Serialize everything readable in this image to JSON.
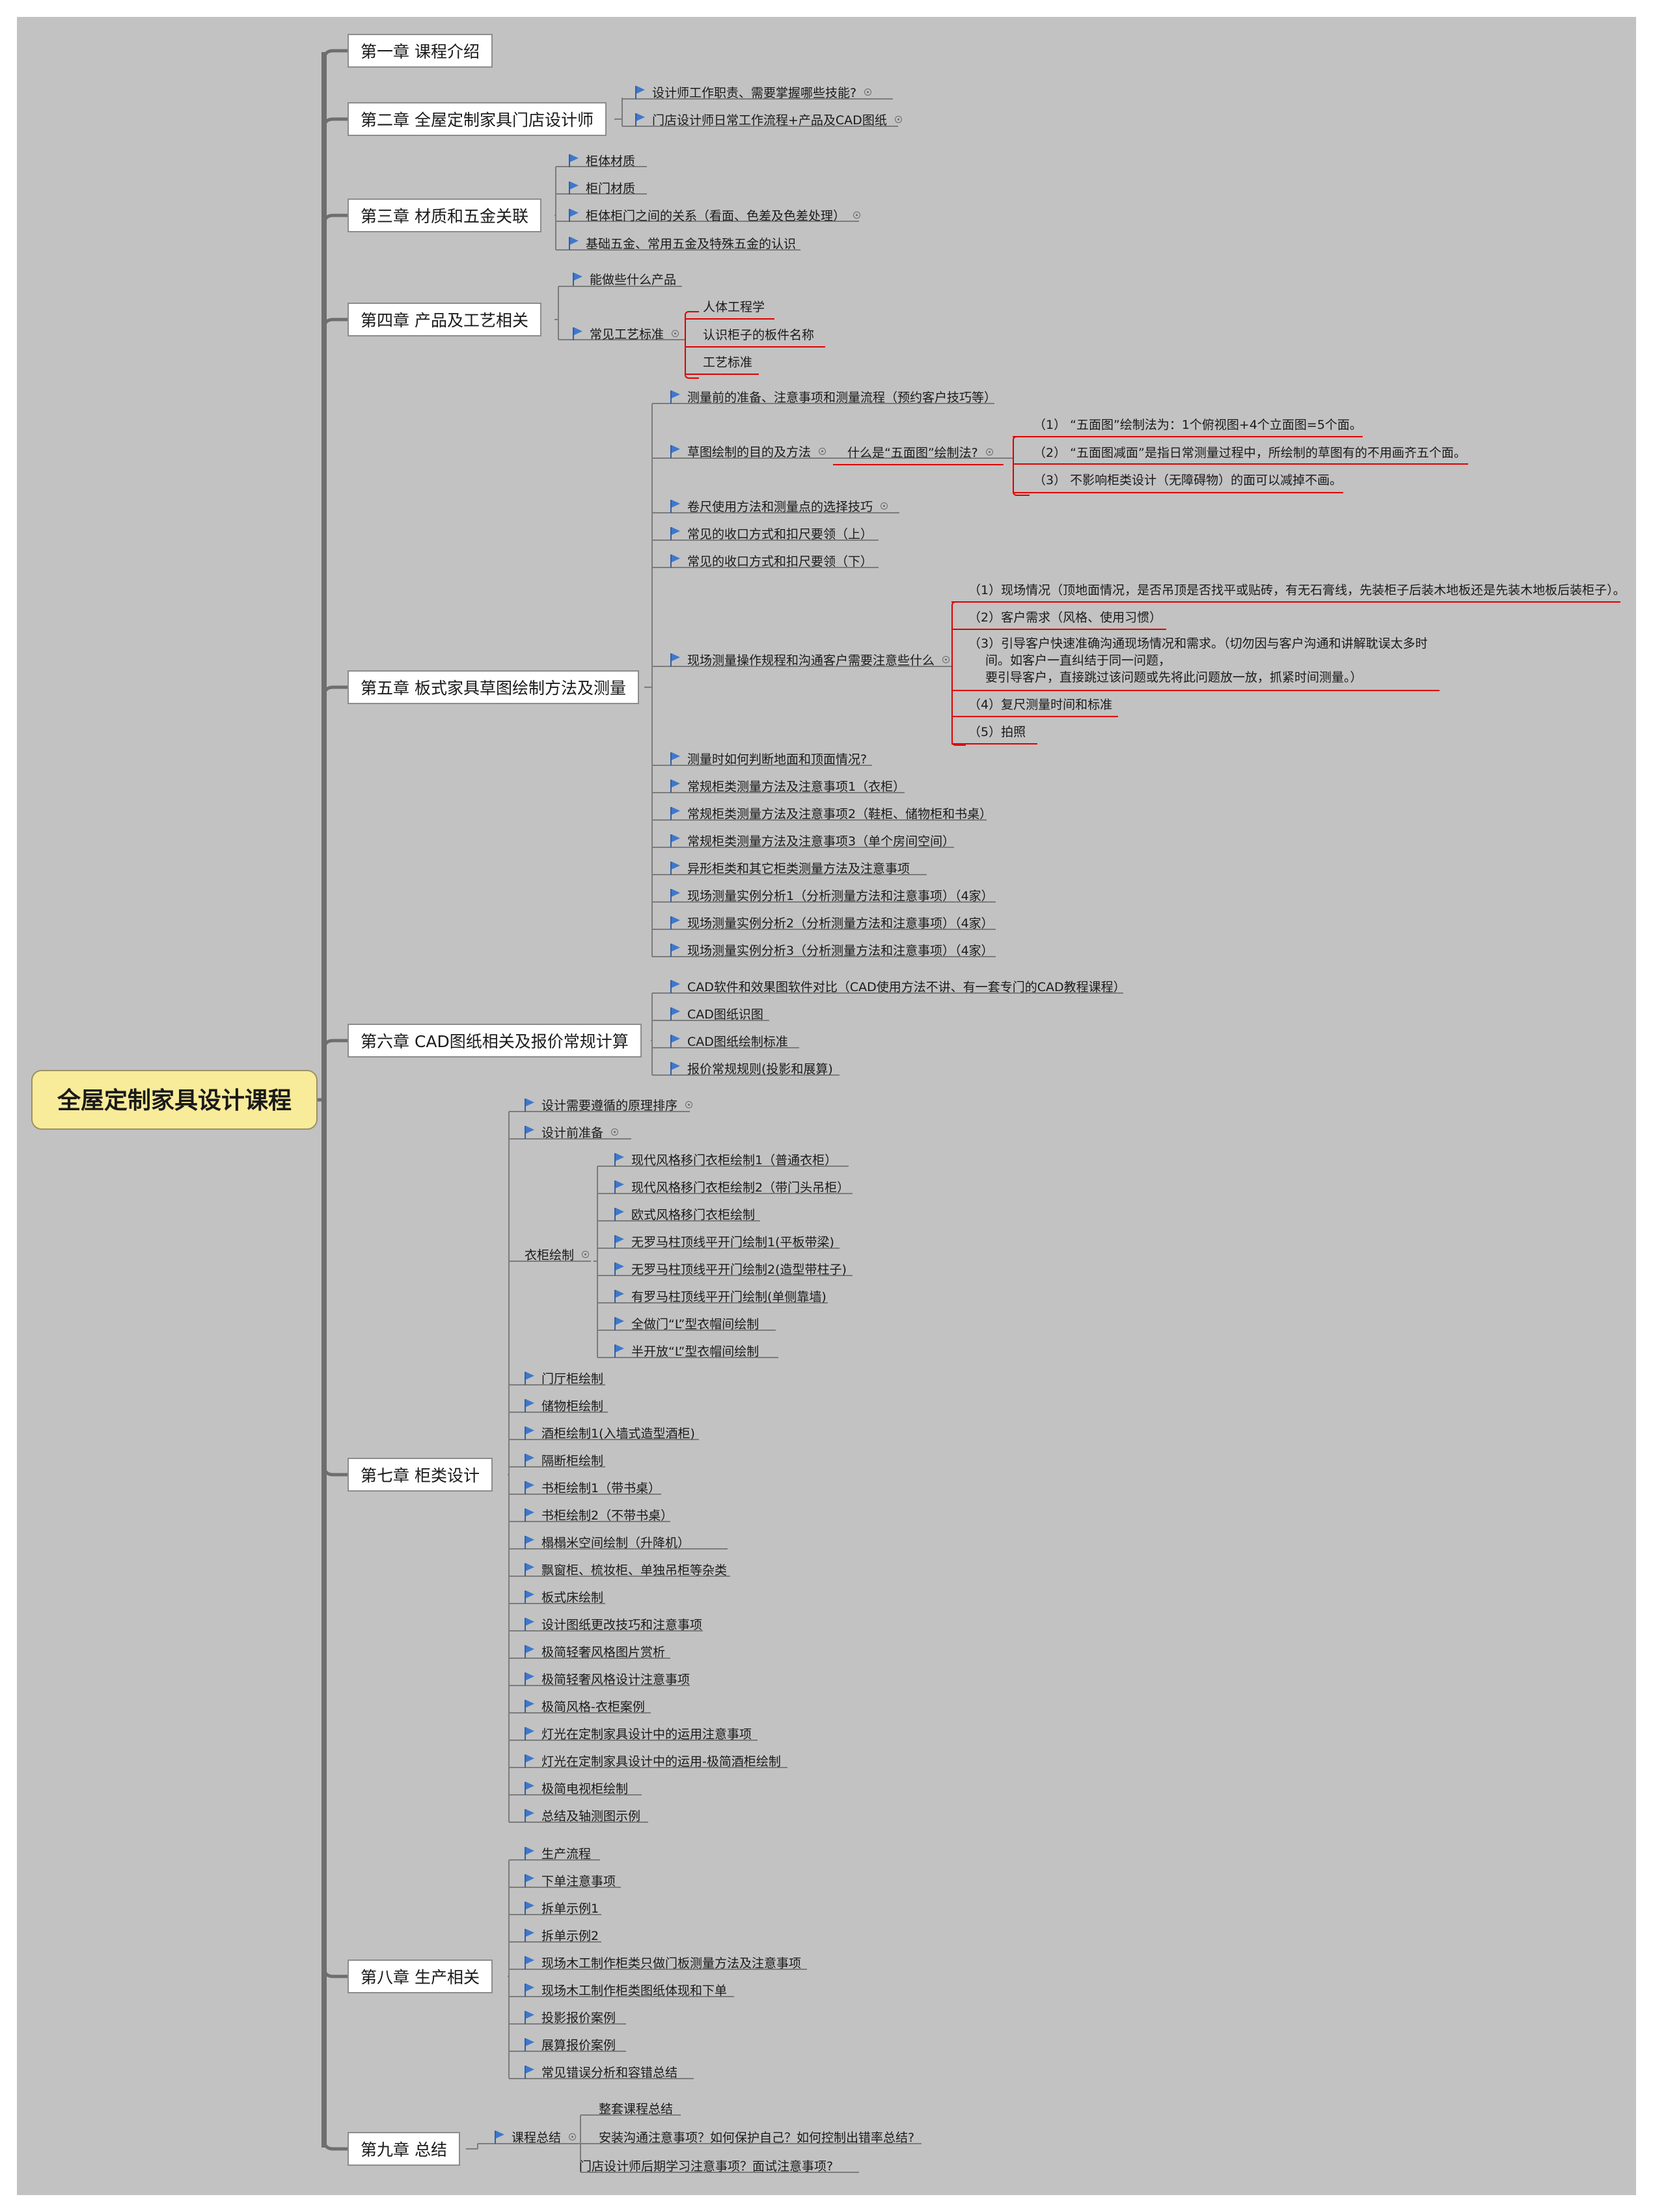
{
  "root": {
    "title": "全屋定制家具设计课程"
  },
  "chapters": [
    {
      "title": "第一章 课程介绍"
    },
    {
      "title": "第二章 全屋定制家具门店设计师",
      "items": [
        "设计师工作职责、需要掌握哪些技能?",
        "门店设计师日常工作流程+产品及CAD图纸"
      ]
    },
    {
      "title": "第三章 材质和五金关联",
      "items": [
        "柜体材质",
        "柜门材质",
        "柜体柜门之间的关系（看面、色差及色差处理）",
        "基础五金、常用五金及特殊五金的认识"
      ]
    },
    {
      "title": "第四章  产品及工艺相关",
      "items": [
        "能做些什么产品",
        "常见工艺标准"
      ],
      "sub": [
        "人体工程学",
        "认识柜子的板件名称",
        "工艺标准"
      ]
    },
    {
      "title": "第五章  板式家具草图绘制方法及测量",
      "items": [
        "测量前的准备、注意事项和测量流程（预约客户技巧等）",
        "草图绘制的目的及方法",
        "卷尺使用方法和测量点的选择技巧",
        "常见的收口方式和扣尺要领（上）",
        "常见的收口方式和扣尺要领（下）",
        "现场测量操作规程和沟通客户需要注意些什么",
        "测量时如何判断地面和顶面情况?",
        "常规柜类测量方法及注意事项1（衣柜）",
        "常规柜类测量方法及注意事项2（鞋柜、储物柜和书桌）",
        "常规柜类测量方法及注意事项3（单个房间空间）",
        "异形柜类和其它柜类测量方法及注意事项",
        "现场测量实例分析1（分析测量方法和注意事项）（4家）",
        "现场测量实例分析2（分析测量方法和注意事项）（4家）",
        "现场测量实例分析3（分析测量方法和注意事项）（4家）"
      ],
      "wumian": {
        "q": "什么是“五面图”绘制法?",
        "a": [
          "（1）  “五面图”绘制法为：1个俯视图+4个立面图=5个面。",
          "（2）  “五面图减面”是指日常测量过程中，所绘制的草图有的不用画齐五个面。",
          "（3）   不影响柜类设计（无障碍物）的面可以减掉不画。"
        ]
      },
      "xianchang": [
        "（1）现场情况（顶地面情况，是否吊顶是否找平或贴砖，有无石膏线，先装柜子后装木地板还是先装木地板后装柜子）。",
        "（2）客户需求（风格、使用习惯）",
        "（3）引导客户快速准确沟通现场情况和需求。（切勿因与客户沟通和讲解耽误太多时",
        "间。如客户一直纠结于同一问题，",
        "要引导客户，直接跳过该问题或先将此问题放一放，抓紧时间测量。）",
        "（4）复尺测量时间和标准",
        "（5）拍照"
      ]
    },
    {
      "title": "第六章  CAD图纸相关及报价常规计算",
      "items": [
        "CAD软件和效果图软件对比（CAD使用方法不讲、有一套专门的CAD教程课程）",
        "CAD图纸识图",
        "CAD图纸绘制标准",
        "报价常规规则(投影和展算)"
      ]
    },
    {
      "title": "第七章  柜类设计",
      "items": [
        "设计需要遵循的原理排序",
        "设计前准备",
        "衣柜绘制",
        "门厅柜绘制",
        "储物柜绘制",
        "酒柜绘制1(入墙式造型酒柜)",
        "隔断柜绘制",
        "书柜绘制1（带书桌）",
        "书柜绘制2（不带书桌）",
        "榻榻米空间绘制（升降机）",
        "飘窗柜、梳妆柜、单独吊柜等杂类",
        "板式床绘制",
        "设计图纸更改技巧和注意事项",
        "极简轻奢风格图片赏析",
        "极简轻奢风格设计注意事项",
        "极简风格-衣柜案例",
        "灯光在定制家具设计中的运用注意事项",
        "灯光在定制家具设计中的运用-极简酒柜绘制",
        "极简电视柜绘制",
        "总结及轴测图示例"
      ],
      "wardrobe": [
        "现代风格移门衣柜绘制1（普通衣柜）",
        "现代风格移门衣柜绘制2（带门头吊柜）",
        "欧式风格移门衣柜绘制",
        "无罗马柱顶线平开门绘制1(平板带梁)",
        "无罗马柱顶线平开门绘制2(造型带柱子)",
        "有罗马柱顶线平开门绘制(单侧靠墙)",
        "全做门“L”型衣帽间绘制",
        "半开放“L”型衣帽间绘制"
      ]
    },
    {
      "title": "第八章  生产相关",
      "items": [
        "生产流程",
        "下单注意事项",
        "拆单示例1",
        "拆单示例2",
        "现场木工制作柜类只做门板测量方法及注意事项",
        "现场木工制作柜类图纸体现和下单",
        "投影报价案例",
        "展算报价案例",
        "常见错误分析和容错总结"
      ]
    },
    {
      "title": "第九章  总结",
      "items": [
        "课程总结"
      ],
      "sub": [
        "整套课程总结",
        "安装沟通注意事项？如何保护自己？如何控制出错率总结?",
        "门店设计师后期学习注意事项？面试注意事项?"
      ]
    }
  ],
  "colors": {
    "background": "#c2c2c2",
    "root_fill": "#f8eb9a",
    "flag": "#3e78cc",
    "highlight": "#e00000"
  }
}
